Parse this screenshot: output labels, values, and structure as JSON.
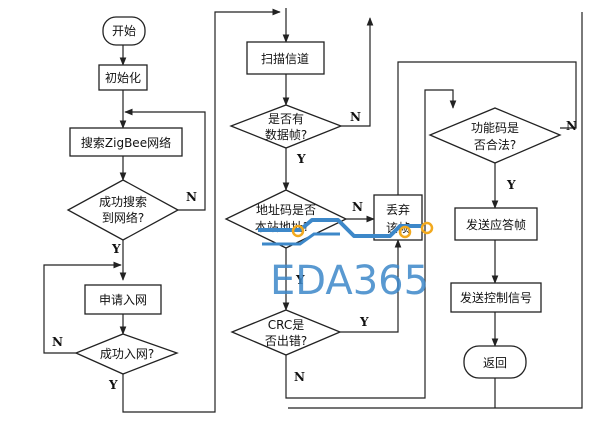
{
  "flowchart": {
    "nodes": {
      "start": "开始",
      "init": "初始化",
      "search_network": "搜索ZigBee网络",
      "search_success_1": "成功搜索",
      "search_success_2": "到网络?",
      "apply_join": "申请入网",
      "join_success": "成功入网?",
      "scan_channel": "扫描信道",
      "has_frame_1": "是否有",
      "has_frame_2": "数据帧?",
      "addr_check_1": "地址码是否",
      "addr_check_2": "本站地址?",
      "discard_1": "丢弃",
      "discard_2": "该帧",
      "crc_1": "CRC是",
      "crc_2": "否出错?",
      "func_legal_1": "功能码是",
      "func_legal_2": "否合法?",
      "send_ack": "发送应答帧",
      "send_ctrl": "发送控制信号",
      "return": "返回"
    },
    "edge_labels": {
      "search_no": "N",
      "search_yes": "Y",
      "join_no": "N",
      "join_yes": "Y",
      "frame_no": "N",
      "frame_yes": "Y",
      "addr_no": "N",
      "addr_yes": "Y",
      "crc_yes": "Y",
      "crc_no": "N",
      "func_no": "N",
      "func_yes": "Y"
    }
  },
  "watermark": {
    "text": "EDA365",
    "color": "#3d88c9",
    "accent": "#f2a91e"
  }
}
